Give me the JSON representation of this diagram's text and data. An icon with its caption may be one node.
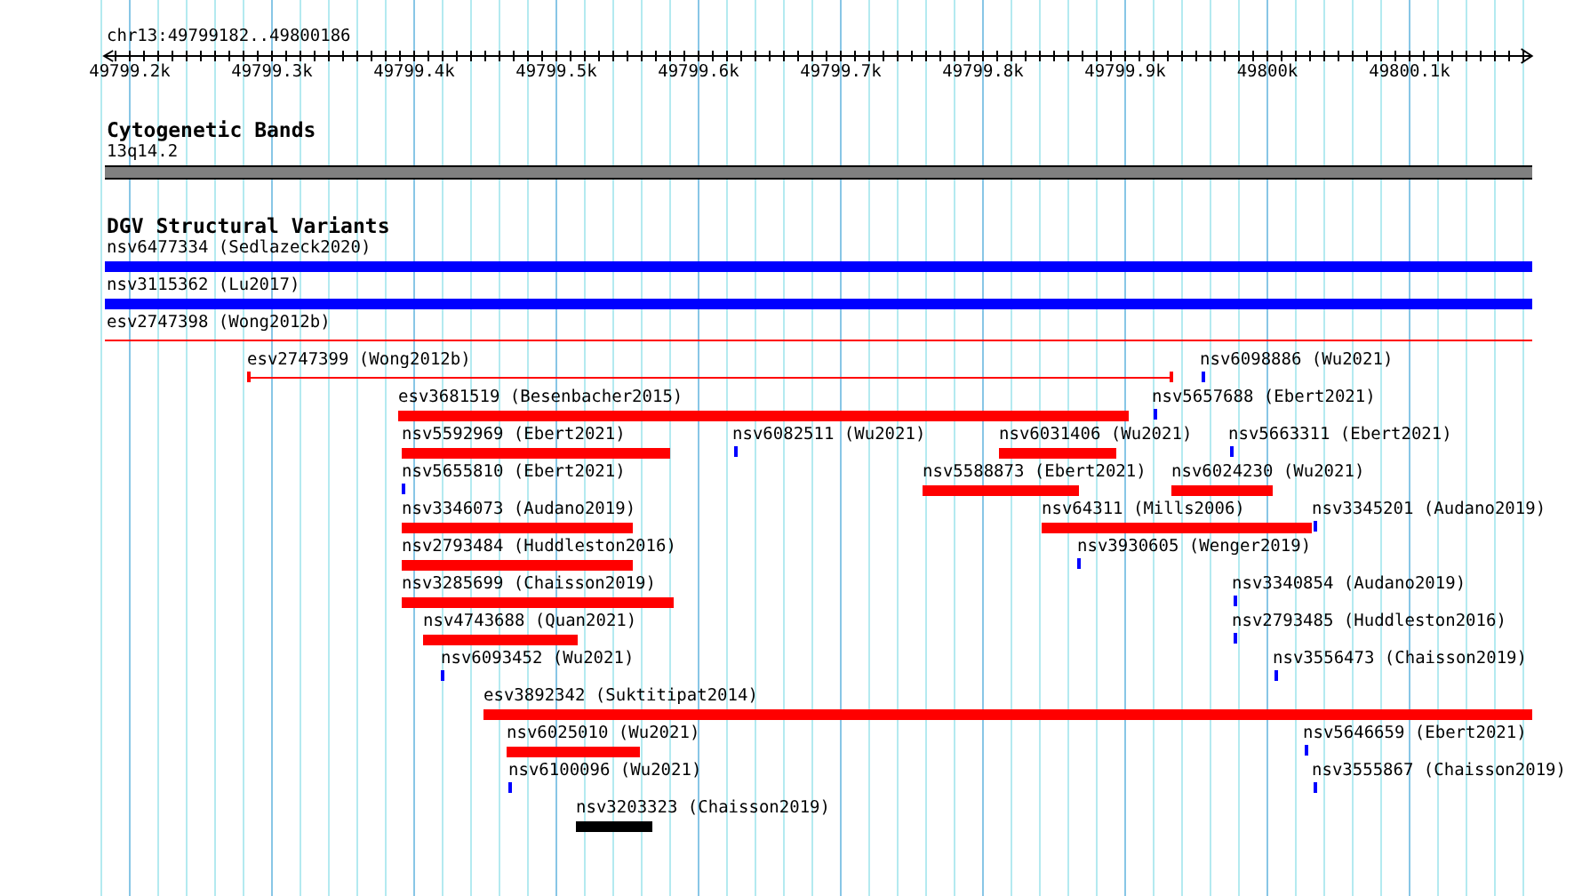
{
  "diagram": {
    "nodes": [
      {
        "text": [
          "13q14.2"
        ]
      },
      {
        "text": [
          "nsv6477334 (Sedlazeck2020)"
        ]
      },
      {
        "text": [
          "nsv3115362 (Lu2017)"
        ]
      },
      {
        "text": [
          "esv2747398 (Wong2012b)"
        ]
      },
      {
        "text": [
          "esv2747399 (Wong2012b)"
        ]
      },
      {
        "text": [
          "nsv6098886 (Wu2021)"
        ]
      },
      {
        "text": [
          "esv3681519 (Besenbacher2015)"
        ]
      },
      {
        "text": [
          "nsv5657688 (Ebert2021)"
        ]
      },
      {
        "text": [
          "nsv5592969 (Ebert2021)"
        ]
      },
      {
        "text": [
          "nsv6082511 (Wu2021)"
        ]
      },
      {
        "text": [
          "nsv6031406 (Wu2021)"
        ]
      },
      {
        "text": [
          "nsv5663311 (Ebert2021)"
        ]
      },
      {
        "text": [
          "nsv5655810 (Ebert2021)"
        ]
      },
      {
        "text": [
          "nsv5588873 (Ebert2021)"
        ]
      },
      {
        "text": [
          "nsv6024230 (Wu2021)"
        ]
      },
      {
        "text": [
          "nsv3346073 (Audano2019)"
        ]
      },
      {
        "text": [
          "nsv64311 (Mills2006)"
        ]
      },
      {
        "text": [
          "nsv3345201 (Audano2019)"
        ]
      },
      {
        "text": [
          "nsv2793484 (Huddleston2016)"
        ]
      },
      {
        "text": [
          "nsv3930605 (Wenger2019)"
        ]
      },
      {
        "text": [
          "nsv3285699 (Chaisson2019)"
        ]
      },
      {
        "text": [
          "nsv3340854 (Audano2019)"
        ]
      },
      {
        "text": [
          "nsv4743688 (Quan2021)"
        ]
      },
      {
        "text": [
          "nsv2793485 (Huddleston2016)"
        ]
      },
      {
        "text": [
          "nsv6093452 (Wu2021)"
        ]
      },
      {
        "text": [
          "nsv3556473 (Chaisson2019)"
        ]
      },
      {
        "text": [
          "esv3892342 (Suktitipat2014)"
        ]
      },
      {
        "text": [
          "nsv6025010 (Wu2021)"
        ]
      },
      {
        "text": [
          "nsv5646659 (Ebert2021)"
        ]
      },
      {
        "text": [
          "nsv6100096 (Wu2021)"
        ]
      },
      {
        "text": [
          "nsv3555867 (Chaisson2019)"
        ]
      },
      {
        "text": [
          "nsv3203323 (Chaisson2019)"
        ]
      }
    ],
    "labels": [
      "chr13:49799182..49800186",
      "49799.2k",
      "49799.3k",
      "49799.4k",
      "49799.5k",
      "49799.6k",
      "49799.7k",
      "49799.8k",
      "49799.9k",
      "49800k",
      "49800.1k",
      "Cytogenetic Bands",
      "DGV Structural Variants"
    ]
  }
}
